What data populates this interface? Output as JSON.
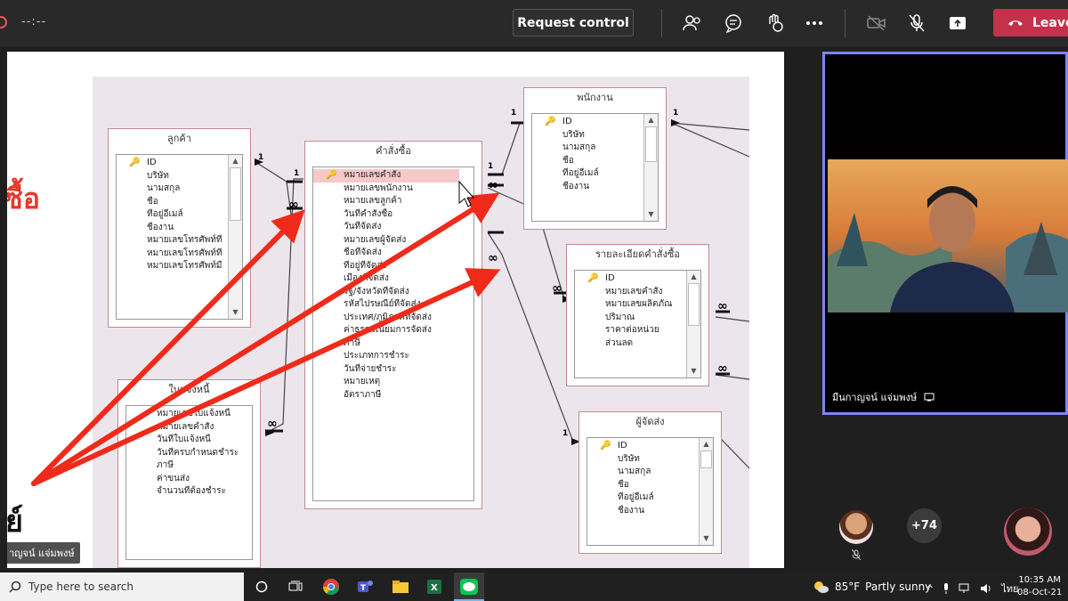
{
  "meeting": {
    "timer": "--:--",
    "request_control_label": "Request control",
    "leave_label": "Leave"
  },
  "slide": {
    "red_text": "ซื้อ",
    "black_text": "ย์",
    "name_tag": "าญจน์ แจ่มพงษ์",
    "tables": {
      "customers": {
        "title": "ลูกค้า",
        "fields": [
          "ID",
          "บริษัท",
          "นามสกุล",
          "ชื่อ",
          "ที่อยู่อีเมล์",
          "ชื่องาน",
          "หมายเลขโทรศัพท์ที่",
          "หมายเลขโทรศัพท์ที่",
          "หมายเลขโทรศัพท์มื"
        ]
      },
      "orders": {
        "title": "คำสั่งซื้อ",
        "fields": [
          "หมายเลขคำสั่ง",
          "หมายเลขพนักงาน",
          "หมายเลขลูกค้า",
          "วันที่คำสั่งซื้อ",
          "วันที่จัดส่ง",
          "หมายเลขผู้จัดส่ง",
          "ชื่อที่จัดส่ง",
          "ที่อยู่ที่จัดส่ง",
          "เมืองที่จัดส่ง",
          "รัฐ/จังหวัดที่จัดส่ง",
          "รหัสไปรษณีย์ที่จัดส่ง",
          "ประเทศ/ภูมิภาคที่จัดส่ง",
          "ค่าธรรมเนียมการจัดส่ง",
          "ภาษี",
          "ประเภทการชำระ",
          "วันที่จ่ายชำระ",
          "หมายเหตุ",
          "อัตราภาษี"
        ]
      },
      "employees": {
        "title": "พนักงาน",
        "fields": [
          "ID",
          "บริษัท",
          "นามสกุล",
          "ชื่อ",
          "ที่อยู่อีเมล์",
          "ชื่องาน"
        ]
      },
      "order_details": {
        "title": "รายละเอียดคำสั่งซื้อ",
        "fields": [
          "ID",
          "หมายเลขคำสั่ง",
          "หมายเลขผลิตภัณ",
          "ปริมาณ",
          "ราคาต่อหน่วย",
          "ส่วนลด"
        ]
      },
      "invoices": {
        "title": "ใบแจ้งหนี้",
        "fields": [
          "หมายเลขใบแจ้งหนี้",
          "หมายเลขคำสั่ง",
          "วันที่ใบแจ้งหนี้",
          "วันที่ครบกำหนดชำระ",
          "ภาษี",
          "ค่าขนส่ง",
          "จำนวนที่ต้องชำระ"
        ]
      },
      "shippers": {
        "title": "ผู้จัดส่ง",
        "fields": [
          "ID",
          "บริษัท",
          "นามสกุล",
          "ชื่อ",
          "ที่อยู่อีเมล์",
          "ชื่องาน"
        ]
      }
    },
    "rel_one": "1",
    "rel_many": "∞"
  },
  "participants": {
    "presenter_name": "มีนกาญจน์ แจ่มพงษ์",
    "overflow_count": "+74"
  },
  "taskbar": {
    "search_placeholder": "Type here to search",
    "temperature": "85°F",
    "weather_text": "Partly sunny",
    "language": "ไทย",
    "time": "10:35 AM",
    "date": "08-Oct-21"
  },
  "colors": {
    "accent_purple": "#7f85f5",
    "leave_red": "#c4314b",
    "arrow_red": "#f02a1a"
  }
}
